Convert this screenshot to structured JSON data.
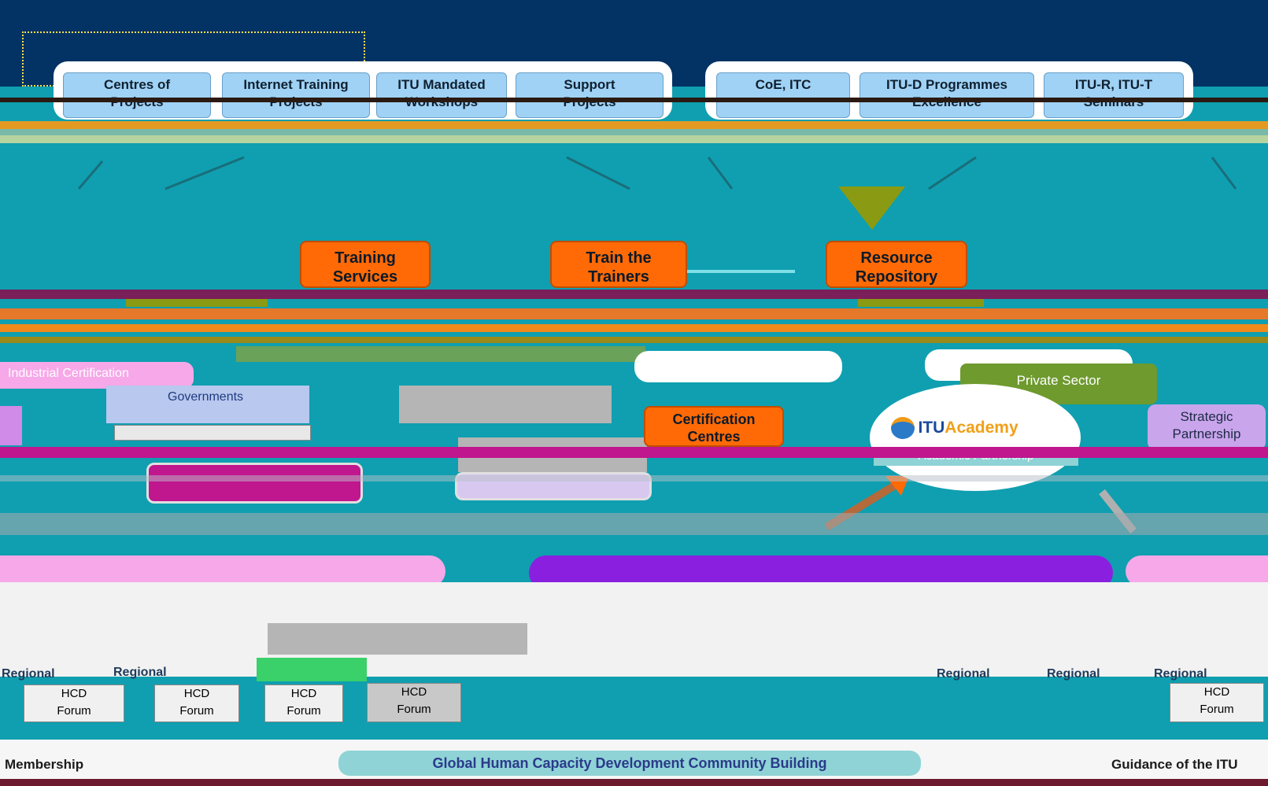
{
  "top_left_boxes": [
    {
      "line1": "Centres of",
      "line2": "Projects"
    },
    {
      "line1": "Internet Training",
      "line2": "Projects"
    },
    {
      "line1": "ITU Mandated",
      "line2": "Workshops"
    },
    {
      "line1": "Support",
      "line2": "Projects"
    }
  ],
  "top_right_boxes": [
    {
      "line1": "CoE, ITC",
      "line2": ""
    },
    {
      "line1": "ITU-D Programmes",
      "line2": "Excellence"
    },
    {
      "line1": "ITU-R, ITU-T",
      "line2": "Seminars"
    }
  ],
  "services": [
    {
      "line1": "Training",
      "line2": "Services"
    },
    {
      "line1": "Train the",
      "line2": "Trainers"
    },
    {
      "line1": "Resource",
      "line2": "Repository"
    }
  ],
  "middle": {
    "industrial_certification": "Industrial Certification",
    "governments": "Governments",
    "private_sector": "Private Sector",
    "certification_line1": "Certification",
    "certification_line2": "Centres",
    "logo_itu": "ITU",
    "logo_academy": "Academy",
    "academic_partnership": "Academic Partnership",
    "strategic_line1": "Strategic",
    "strategic_line2": "Partnership"
  },
  "regional_labels": [
    "Regional",
    "Regional",
    "Regional",
    "Regional",
    "Regional"
  ],
  "hcd_forum": [
    {
      "top": "HCD",
      "bottom": "Forum"
    },
    {
      "top": "HCD",
      "bottom": "Forum"
    },
    {
      "top": "HCD",
      "bottom": "Forum"
    },
    {
      "top": "HCD",
      "bottom": "Forum"
    },
    {
      "top": "HCD",
      "bottom": "Forum"
    }
  ],
  "bottom": {
    "membership": "Membership",
    "global_hcd": "Global Human Capacity Development Community Building",
    "guidance": "Guidance of the ITU"
  },
  "colors": {
    "header_bg": "#033264",
    "teal_bg": "#0f9fb0",
    "orange": "#ff6a06",
    "light_blue": "#9fd2f5",
    "magenta": "#c0168e",
    "purple": "#8a1fe0",
    "olive": "#8a9a12",
    "green_box": "#6e9a2e"
  }
}
